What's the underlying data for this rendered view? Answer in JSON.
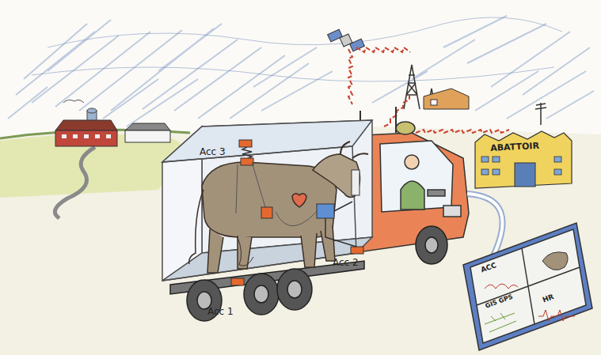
{
  "diagram": {
    "labels": [
      "Acc 3",
      "Acc 2",
      "Acc 1",
      "ABATTOIR",
      "ACC",
      "GIS GPS",
      "HR"
    ]
  }
}
